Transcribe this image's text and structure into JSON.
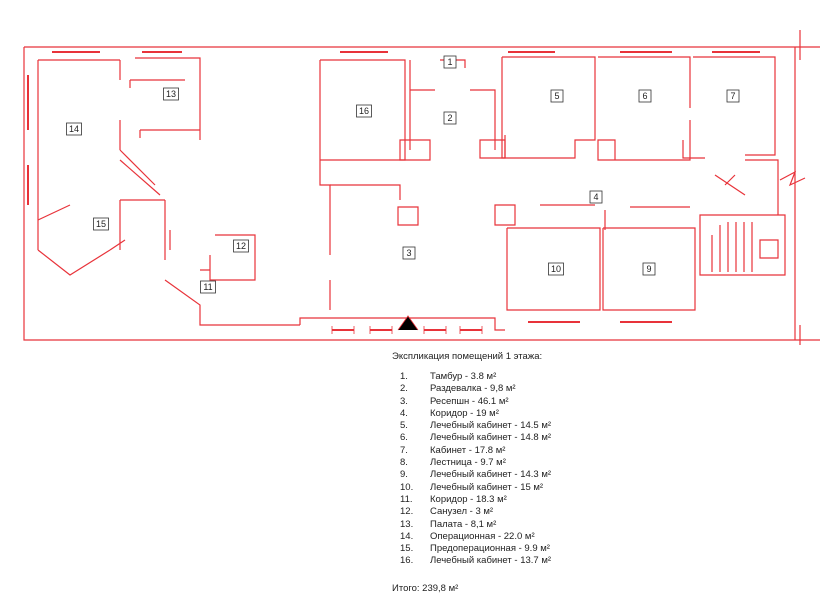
{
  "plan": {
    "wall_color": "#e8333a",
    "label_border": "#333333",
    "room_numbers": [
      "1",
      "2",
      "3",
      "4",
      "5",
      "6",
      "7",
      "9",
      "10",
      "11",
      "12",
      "13",
      "14",
      "15",
      "16"
    ]
  },
  "legend": {
    "title": "Экспликация помещений 1 этажа:",
    "items": [
      {
        "num": "1.",
        "text": "Тамбур - 3.8 м²"
      },
      {
        "num": "2.",
        "text": "Раздевалка - 9,8 м²"
      },
      {
        "num": "3.",
        "text": "Ресепшн - 46.1 м²"
      },
      {
        "num": "4.",
        "text": "Коридор - 19 м²"
      },
      {
        "num": "5.",
        "text": "Лечебный кабинет - 14.5 м²"
      },
      {
        "num": "6.",
        "text": "Лечебный кабинет - 14.8 м²"
      },
      {
        "num": "7.",
        "text": "Кабинет - 17.8 м²"
      },
      {
        "num": "8.",
        "text": "Лестница - 9.7 м²"
      },
      {
        "num": "9.",
        "text": "Лечебный кабинет - 14.3 м²"
      },
      {
        "num": "10.",
        "text": "Лечебный кабинет - 15 м²"
      },
      {
        "num": "11.",
        "text": "Коридор - 18.3 м²"
      },
      {
        "num": "12.",
        "text": "Санузел - 3 м²"
      },
      {
        "num": "13.",
        "text": "Палата - 8,1 м²"
      },
      {
        "num": "14.",
        "text": "Операционная - 22.0 м²"
      },
      {
        "num": "15.",
        "text": "Предоперационная - 9.9 м²"
      },
      {
        "num": "16.",
        "text": "Лечебный кабинет - 13.7 м²"
      }
    ],
    "total": "Итого: 239,8 м²"
  }
}
